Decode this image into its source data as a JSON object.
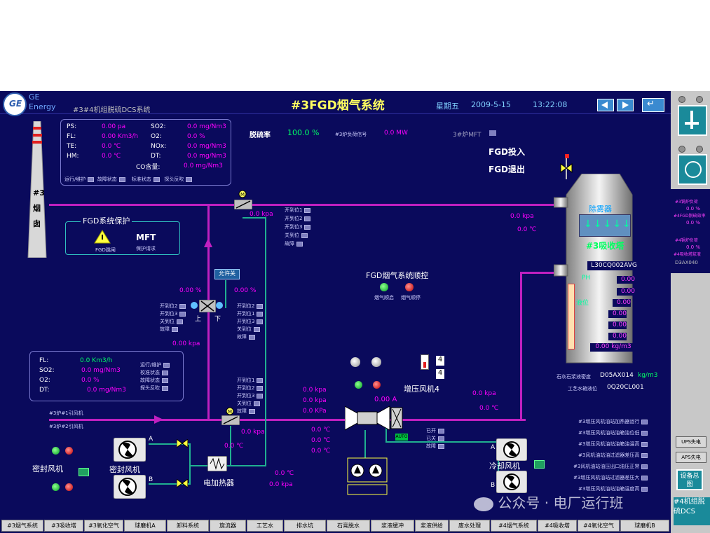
{
  "header": {
    "logo_top": "GE",
    "logo_bottom": "Energy",
    "subtitle": "#3#4机组脱硫DCS系统",
    "title": "#3FGD烟气系统",
    "weekday": "星期五",
    "date": "2009-5-15",
    "time": "13:22:08"
  },
  "chimney_label": "#3烟囱",
  "top_panel": {
    "rows": [
      {
        "k1": "PS:",
        "v1": "0.00 pa",
        "k2": "SO2:",
        "v2": "0.0 mg/Nm3"
      },
      {
        "k1": "FL:",
        "v1": "0.00 Km3/h",
        "k2": "O2:",
        "v2": "0.0 %"
      },
      {
        "k1": "TE:",
        "v1": "0.0 ℃",
        "k2": "NOx:",
        "v2": "0.0 mg/Nm3"
      },
      {
        "k1": "HM:",
        "v1": "0.0 ℃",
        "k2": "DT:",
        "v2": "0.0 mg/Nm3"
      }
    ],
    "co_label": "CO含量:",
    "co_value": "0.0 mg/Nm3",
    "status": [
      "运行/维护",
      "故障状态",
      "标准状态",
      "探头反吹"
    ]
  },
  "desulf": {
    "label": "脱硫率",
    "value": "100.0 %",
    "load_label": "#3炉负荷信号",
    "load_value": "0.0 MW",
    "mft_label": "3#炉MFT"
  },
  "fgd_in": "FGD投入",
  "fgd_out": "FGD退出",
  "protect": {
    "title": "FGD系统保护",
    "warn_label": "FGD跳闸",
    "mft": "MFT",
    "mft_sub": "保护请求"
  },
  "seq": {
    "title": "FGD烟气系统顺控",
    "start": "烟气顺启",
    "stop": "烟气顺停"
  },
  "bypass": {
    "pressure_top": "0.0 kpa",
    "allow": "允许关",
    "left_pct": "0.00 %",
    "right_pct": "0.00 %",
    "up": "上",
    "down": "下",
    "kpa_mid": "0.00 kpa"
  },
  "damper_status": [
    "开到位1",
    "开到位2",
    "开到位3",
    "关到位",
    "故障"
  ],
  "damper_status_lr": [
    "开到位2",
    "开到位3",
    "关到位",
    "故障"
  ],
  "lower_panel": {
    "rows": [
      {
        "k": "FL:",
        "v": "0.0 Km3/h"
      },
      {
        "k": "SO2:",
        "v": "0.0 mg/Nm3"
      },
      {
        "k": "O2:",
        "v": "0.0 %"
      },
      {
        "k": "DT:",
        "v": "0.0 mg/Nm3"
      }
    ],
    "status": [
      "运行/维护",
      "校准状态",
      "故障状态",
      "探头反吹"
    ]
  },
  "flue_labels": [
    "#3炉#1引风机",
    "#3炉#2引风机"
  ],
  "seal_fan": {
    "label_left": "密封风机",
    "label_right": "密封风机",
    "a": "A",
    "b": "B"
  },
  "heater": {
    "label": "电加热器",
    "temp1": "0.0 ℃",
    "temp2": "0.0 ℃",
    "kpa": "0.0 kpa",
    "kpa2": "0.0 kpa"
  },
  "booster": {
    "label": "增压风机4",
    "current": "0.00 A",
    "p1": "0.0 kpa",
    "p2": "0.0 kpa",
    "p3": "0.0 KPa",
    "t1": "0.0 ℃",
    "t2": "0.0 ℃",
    "t3": "0.0 ℃",
    "auto": "AUTO",
    "out_p": "0.0 kpa",
    "out_t": "0.0 ℃",
    "status": [
      "已开",
      "已关",
      "故障"
    ],
    "num1": "4",
    "num2": "4"
  },
  "tower": {
    "demister": "除雾器",
    "name": "#3吸收塔",
    "tag": "L30CQ002AVG",
    "ph_label": "PH",
    "level_label": "液位",
    "vals": [
      "0.00",
      "0.00",
      "0.00",
      "0.00",
      "0.00",
      "0.00"
    ],
    "flow": "0.00 kg/m3",
    "in_p": "0.0 kpa",
    "in_t": "0.0 ℃",
    "density_label": "石灰石浆液密度",
    "density_tag": "D05AX014",
    "density_unit": "kg/m3",
    "water_label": "工艺水箱液位",
    "water_tag": "0Q20CL001"
  },
  "cool_fan": {
    "label": "冷却风机",
    "a": "A",
    "b": "B"
  },
  "alarms": [
    "#3增压风机油站加热器运行",
    "#3增压风机油站油箱油位低",
    "#3增压风机油站油箱油温高",
    "#3风机油站油过滤器差压高",
    "#3风机油站油压出口油压正常",
    "#3增压风机油站过滤器差压大",
    "#3增压风机油站油箱温度高"
  ],
  "nav": [
    "#3烟气系统",
    "#3吸收塔",
    "#3氧化空气",
    "球磨机A",
    "卸料系统",
    "旋流器",
    "工艺水",
    "排水坑",
    "石膏脱水",
    "浆液缓冲",
    "浆液供给",
    "废水处理",
    "#4烟气系统",
    "#4吸收塔",
    "#4氧化空气",
    "球磨机B"
  ],
  "sidebar": {
    "pink1": "#3锅炉负荷",
    "pink1_v": "0.0 %",
    "pink2": "#4FGD脱硫效率",
    "pink2_v": "0.0 %",
    "pink3": "#4锅炉负荷",
    "pink3_v": "0.0 %",
    "pink4": "#4吸收塔浆液",
    "tag": "D3AX040",
    "ups": "UPS失电",
    "aps": "APS失电",
    "overview": "设备总图",
    "bottom": "#4机组脱硫DCS"
  },
  "watermark": "公众号 · 电厂运行班"
}
